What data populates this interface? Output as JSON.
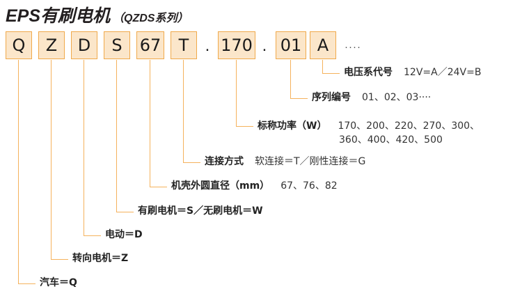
{
  "title": {
    "main": "EPS有刷电机",
    "sub": "（QZDS系列）"
  },
  "code": {
    "segments": [
      {
        "text": "Q",
        "type": "box"
      },
      {
        "text": "Z",
        "type": "box"
      },
      {
        "text": "D",
        "type": "box"
      },
      {
        "text": "S",
        "type": "box"
      },
      {
        "text": "67",
        "type": "box"
      },
      {
        "text": "T",
        "type": "box"
      },
      {
        "text": ".",
        "type": "dot"
      },
      {
        "text": "170",
        "type": "box"
      },
      {
        "text": ".",
        "type": "dot"
      },
      {
        "text": "01",
        "type": "box"
      },
      {
        "text": "A",
        "type": "box"
      }
    ],
    "trailing_ellipsis": "····"
  },
  "annotations": [
    {
      "id": "voltage-code",
      "term": "电压系代号",
      "values": "12V=A／24V=B",
      "values_line2": ""
    },
    {
      "id": "serial-number",
      "term": "序列编号",
      "values": "01、02、03····",
      "values_line2": ""
    },
    {
      "id": "nominal-power",
      "term": "标称功率（W）",
      "values": "170、200、220、270、300、",
      "values_line2": "360、400、420、500"
    },
    {
      "id": "connection-type",
      "term": "连接方式",
      "values": "软连接＝T／刚性连接＝G",
      "values_line2": ""
    },
    {
      "id": "housing-diameter",
      "term": "机壳外圆直径（mm）",
      "values": "67、76、82",
      "values_line2": ""
    },
    {
      "id": "motor-brush-type",
      "term": "有刷电机＝S／无刷电机＝W",
      "values": "",
      "values_line2": ""
    },
    {
      "id": "electric-drive",
      "term": "电动＝D",
      "values": "",
      "values_line2": ""
    },
    {
      "id": "steering-motor",
      "term": "转向电机＝Z",
      "values": "",
      "values_line2": ""
    },
    {
      "id": "vehicle-type",
      "term": "汽车＝Q",
      "values": "",
      "values_line2": ""
    }
  ],
  "colors": {
    "box_fill": "#fbe6ca",
    "box_border": "#f0a94a",
    "leader_line": "#f5b25c",
    "text": "#231f20"
  }
}
